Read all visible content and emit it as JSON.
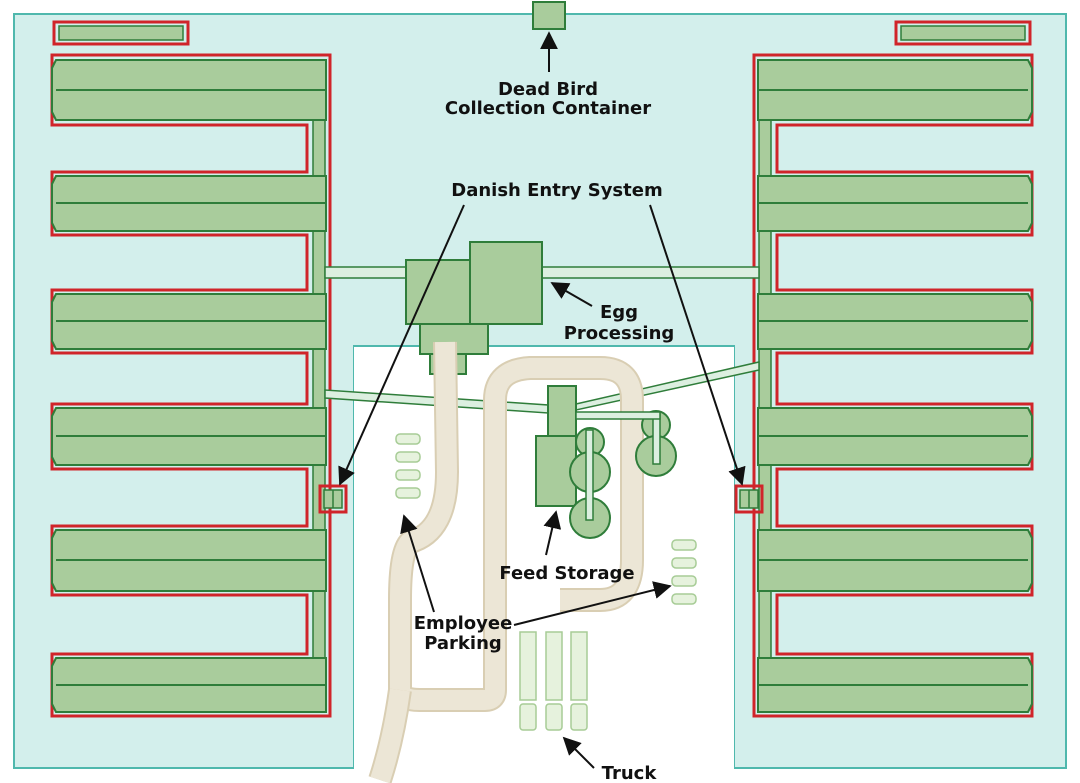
{
  "labels": {
    "dead_bird_line1": "Dead Bird",
    "dead_bird_line2": "Collection Container",
    "danish_entry": "Danish Entry System",
    "egg_line1": "Egg",
    "egg_line2": "Processing",
    "feed_storage": "Feed Storage",
    "employee_line1": "Employee",
    "employee_line2": "Parking",
    "truck": "Truck"
  },
  "colors": {
    "lot": "#d3efec",
    "lot_border": "#4fb8ad",
    "barn_fill": "#a9cc9c",
    "barn_stroke": "#2f7d3a",
    "biosecurity_line": "#d0242a",
    "road": "#ece6d6",
    "road_edge": "#d9ceb3",
    "vehicle_fill": "#e6f2dd",
    "vehicle_stroke": "#a7cc96",
    "arrow": "#111111"
  }
}
